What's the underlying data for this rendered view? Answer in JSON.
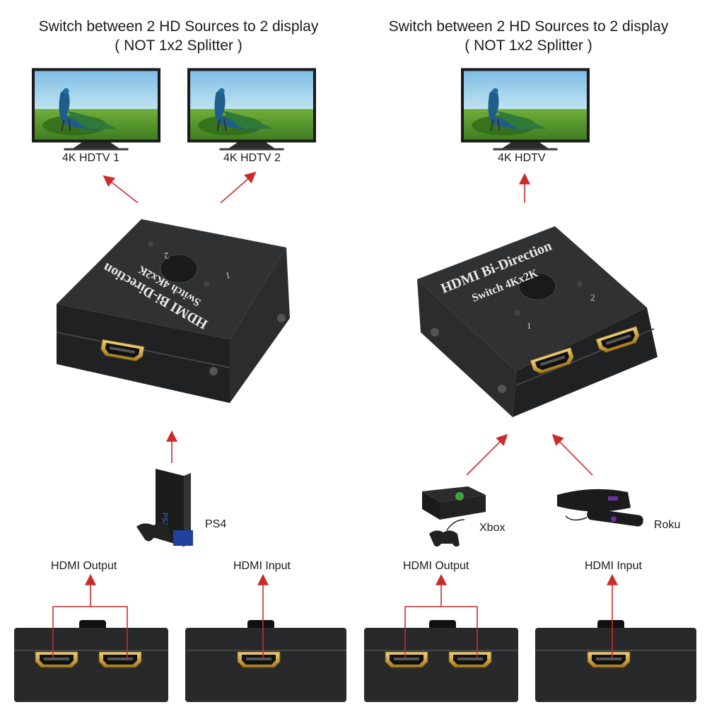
{
  "left": {
    "heading_line1": "Switch between 2 HD Sources to 2 display",
    "heading_line2": "( NOT 1x2 Splitter )",
    "tv1_label": "4K HDTV 1",
    "tv2_label": "4K HDTV 2",
    "switch_text_line1": "HDMI Bi-Direction",
    "switch_text_line2": "Switch 4Kx2K",
    "port1_label": "1",
    "port2_label": "2",
    "source_label": "PS4",
    "output_label": "HDMI Output",
    "input_label": "HDMI Input"
  },
  "right": {
    "heading_line1": "Switch between 2 HD Sources to 2 display",
    "heading_line2": "( NOT 1x2 Splitter )",
    "tv_label": "4K HDTV",
    "switch_text_line1": "HDMI Bi-Direction",
    "switch_text_line2": "Switch 4Kx2K",
    "port1_label": "1",
    "port2_label": "2",
    "source1_label": "Xbox",
    "source2_label": "Roku",
    "output_label": "HDMI Output",
    "input_label": "HDMI Input"
  },
  "colors": {
    "arrow": "#cc2b2b",
    "device_body": "#2a2c2e",
    "hdmi_gold": "#c9a23a"
  },
  "icons": [
    "tv-icon",
    "hdmi-switch-icon",
    "ps4-console-icon",
    "xbox-console-icon",
    "roku-box-icon",
    "gamepad-icon",
    "remote-icon",
    "arrow-icon"
  ]
}
